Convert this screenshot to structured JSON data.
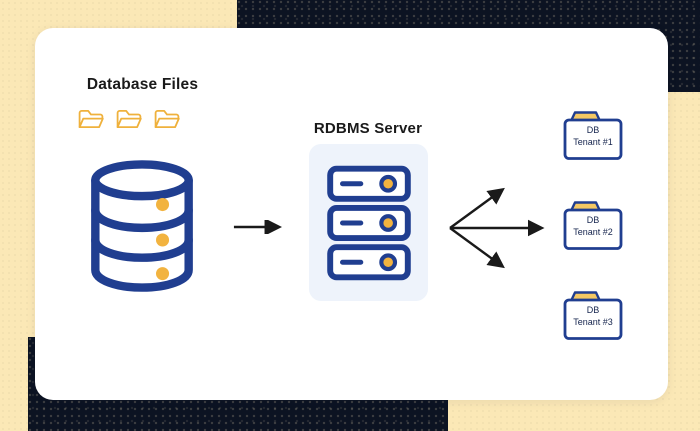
{
  "diagram": {
    "left": {
      "title": "Database Files"
    },
    "middle": {
      "title": "RDBMS Server"
    },
    "tenants": [
      {
        "line1": "DB",
        "line2": "Tenant #1"
      },
      {
        "line1": "DB",
        "line2": "Tenant #2"
      },
      {
        "line1": "DB",
        "line2": "Tenant #3"
      }
    ],
    "icons": {
      "left_folders": "folder-icon",
      "database": "database-icon",
      "server": "server-icon",
      "flow_arrow": "arrow-right-icon",
      "fanout": "fanout-arrows-icon",
      "tenant_folder": "folder-icon"
    }
  },
  "colors": {
    "background": "#FBE8B6",
    "corner_texture": "#0C1322",
    "card": "#FFFFFF",
    "navy": "#203E90",
    "yellow_accent": "#F2B33F",
    "folder_outline_yellow": "#EFB13C",
    "folder_tab_yellow": "#F4C864",
    "server_panel": "#EEF3FB",
    "arrow": "#1A1A1A",
    "title_text": "#1A1A1A",
    "tenant_text": "#16254E"
  }
}
